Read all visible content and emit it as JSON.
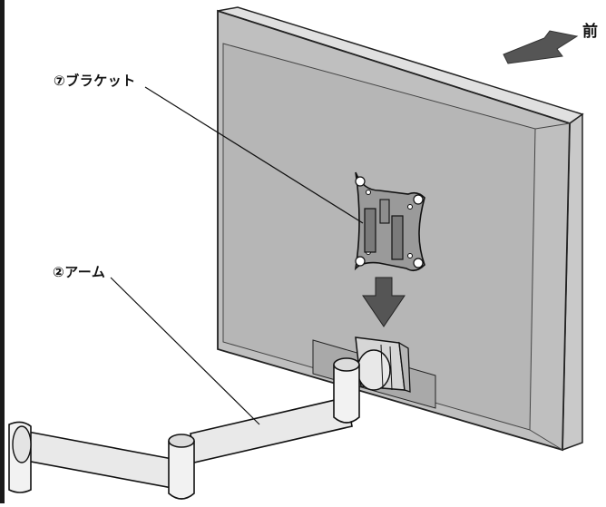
{
  "labels": {
    "bracket": "⑦ブラケット",
    "arm": "②アーム",
    "front": "前"
  }
}
